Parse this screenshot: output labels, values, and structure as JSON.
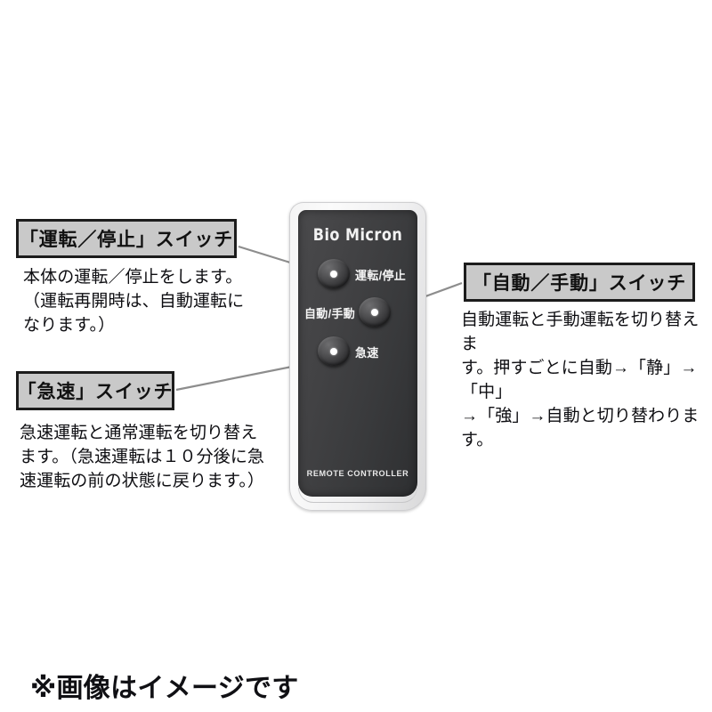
{
  "device": {
    "brand_logo": "Bio Micron",
    "footer_text": "REMOTE CONTROLLER",
    "buttons": [
      {
        "id": "power",
        "label": "運転/停止"
      },
      {
        "id": "auto",
        "label": "自動/手動"
      },
      {
        "id": "rapid",
        "label": "急速"
      }
    ]
  },
  "callouts": {
    "power": {
      "title": "「運転／停止」スイッチ",
      "description": "本体の運転／停止をします。\n（運転再開時は、自動運転に\nなります。）"
    },
    "rapid": {
      "title": "「急速」スイッチ",
      "description": "急速運転と通常運転を切り替え\nます。（急速運転は１０分後に急\n速運転の前の状態に戻ります。）"
    },
    "auto": {
      "title": "「自動／手動」スイッチ",
      "description": "自動運転と手動運転を切り替えま\nす。押すごとに自動→「静」→「中」\n→「強」→自動と切り替わります。"
    }
  },
  "footer_note": "※画像はイメージです",
  "colors": {
    "callout_fill": "#c9c9c9",
    "callout_border": "#1c1c1c",
    "panel_dark": "#3a3a3c",
    "shell_light": "#f4f4f4",
    "text": "#0e0e12",
    "connector_line": "#8a8a8a"
  }
}
